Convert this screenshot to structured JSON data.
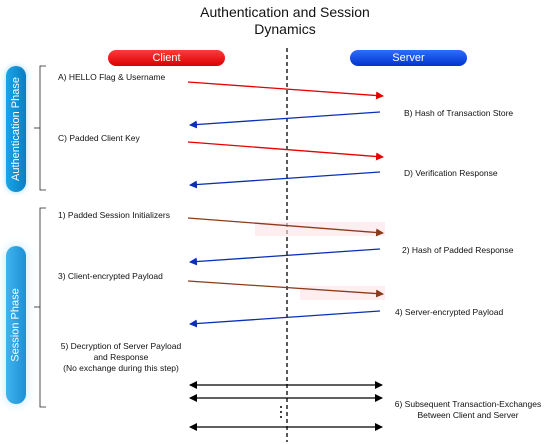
{
  "title_line1": "Authentication and Session",
  "title_line2": "Dynamics",
  "client_label": "Client",
  "server_label": "Server",
  "phases": {
    "authentication": "Authentication Phase",
    "session": "Session Phase"
  },
  "steps": {
    "a": "A) HELLO Flag & Username",
    "b": "B) Hash of Transaction Store",
    "c": "C) Padded Client Key",
    "d": "D) Verification Response",
    "s1": "1) Padded Session Initializers",
    "s2": "2) Hash of Padded Response",
    "s3": "3) Client-encrypted Payload",
    "s4": "4) Server-encrypted Payload",
    "s5_line1": "5) Decryption of Server Payload",
    "s5_line2": "and Response",
    "s5_line3": "(No exchange during this step)",
    "s6_line1": "6) Subsequent Transaction-Exchanges",
    "s6_line2": "Between Client and Server"
  },
  "colors": {
    "client_red": "#e60000",
    "server_blue": "#0a2fb5",
    "session_brown": "#8b3a1a",
    "phase_blue": "#1aa6e6"
  }
}
